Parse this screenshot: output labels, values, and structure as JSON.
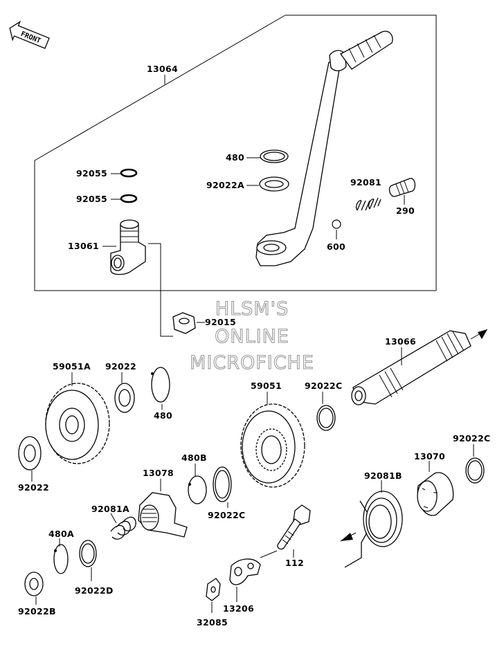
{
  "diagram": {
    "front_badge": "FRONT",
    "watermark": [
      "HLSM'S",
      "ONLINE",
      "MICROFICHE"
    ],
    "labels": {
      "13064": "13064",
      "480_top": "480",
      "92022A": "92022A",
      "92055_a": "92055",
      "92055_b": "92055",
      "92081_top": "92081",
      "290": "290",
      "13061": "13061",
      "600": "600",
      "92015": "92015",
      "13066": "13066",
      "59051A": "59051A",
      "92022_top": "92022",
      "480_mid": "480",
      "59051": "59051",
      "92022C_a": "92022C",
      "92022C_right": "92022C",
      "13070": "13070",
      "92022_left": "92022",
      "480B": "480B",
      "13078": "13078",
      "92022C_b": "92022C",
      "92081B": "92081B",
      "92081A": "92081A",
      "480A": "480A",
      "92022D": "92022D",
      "112": "112",
      "92022B": "92022B",
      "13206": "13206",
      "32085": "32085"
    }
  }
}
